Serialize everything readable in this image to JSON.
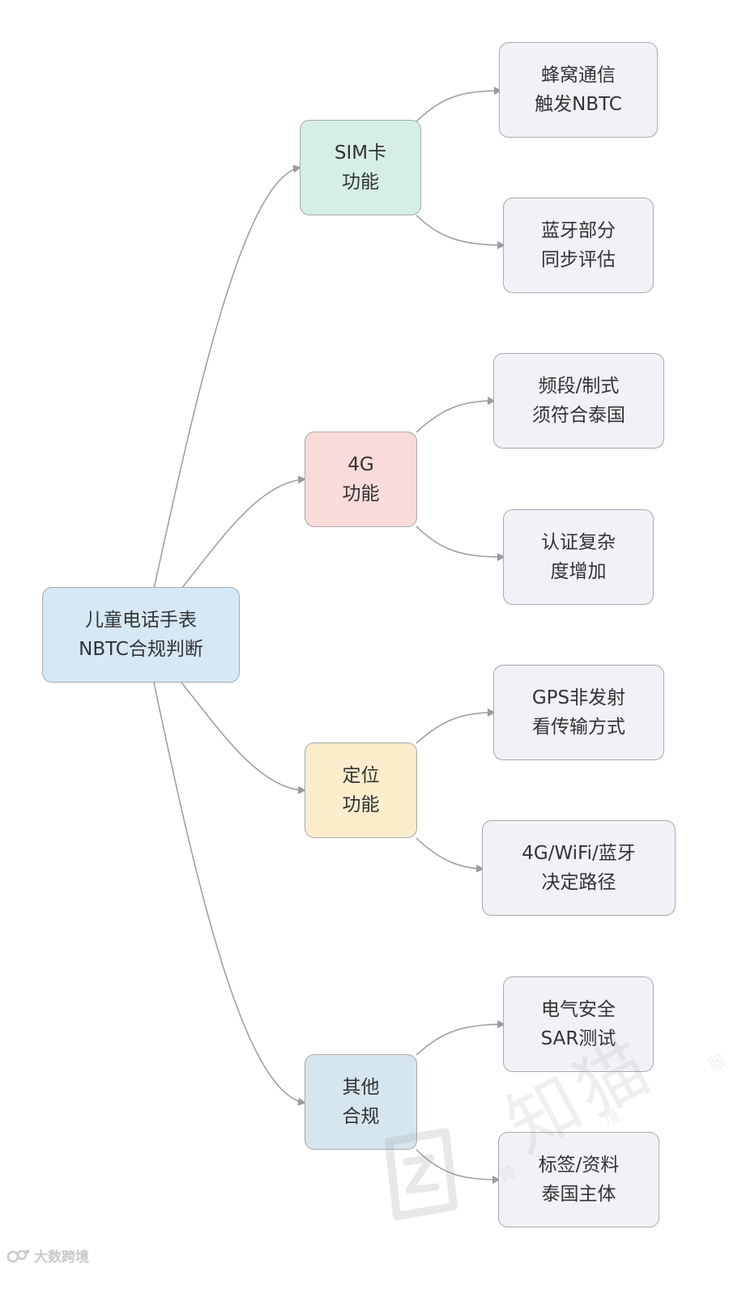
{
  "colors": {
    "edge": "#9b9b9b",
    "root_fill": "#d5e8f6",
    "sim_fill": "#d5efe4",
    "g4_fill": "#f9dbd9",
    "loc_fill": "#fdedcd",
    "other_fill": "#d6e6ef",
    "leaf_fill": "#f3f0f7"
  },
  "root": {
    "line1": "儿童电话手表",
    "line2": "NBTC合规判断"
  },
  "branches": [
    {
      "line1": "SIM卡",
      "line2": "功能",
      "leaves": [
        {
          "line1": "蜂窝通信",
          "line2": "触发NBTC"
        },
        {
          "line1": "蓝牙部分",
          "line2": "同步评估"
        }
      ]
    },
    {
      "line1": "4G",
      "line2": "功能",
      "leaves": [
        {
          "line1": "频段/制式",
          "line2": "须符合泰国"
        },
        {
          "line1": "认证复杂",
          "line2": "度增加"
        }
      ]
    },
    {
      "line1": "定位",
      "line2": "功能",
      "leaves": [
        {
          "line1": "GPS非发射",
          "line2": "看传输方式"
        },
        {
          "line1": "4G/WiFi/蓝牙",
          "line2": "决定路径"
        }
      ]
    },
    {
      "line1": "其他",
      "line2": "合规",
      "leaves": [
        {
          "line1": "电气安全",
          "line2": "SAR测试"
        },
        {
          "line1": "标签/资料",
          "line2": "泰国主体"
        }
      ]
    }
  ],
  "watermark": {
    "text": "知猫",
    "small": "跨 境 服"
  },
  "credit": {
    "text": "大数跨境"
  }
}
